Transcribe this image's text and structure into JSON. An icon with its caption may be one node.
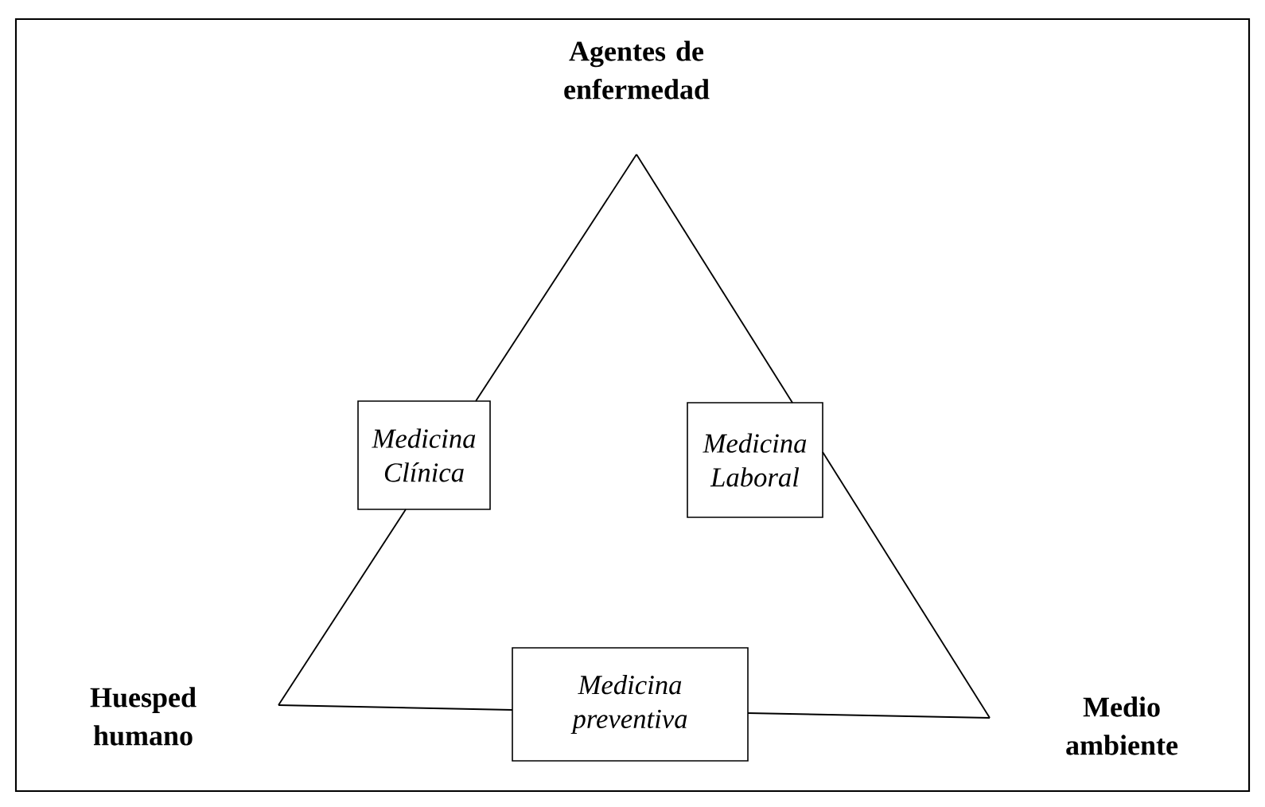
{
  "diagram": {
    "nodes": [
      {
        "text": [
          "Agentes de enfermedad"
        ]
      },
      {
        "text": [
          "Huesped humano"
        ]
      },
      {
        "text": [
          "Medio ambiente"
        ]
      },
      {
        "text": [
          "Medicina Clínica"
        ]
      },
      {
        "text": [
          "Medicina Laboral"
        ]
      },
      {
        "text": [
          "Medicina preventiva"
        ]
      }
    ],
    "edges": [
      {
        "from": 0,
        "to": 3,
        "arrow": "none"
      },
      {
        "from": 3,
        "to": 1,
        "arrow": "none"
      },
      {
        "from": 0,
        "to": 4,
        "arrow": "none"
      },
      {
        "from": 4,
        "to": 2,
        "arrow": "none"
      },
      {
        "from": 1,
        "to": 5,
        "arrow": "none"
      },
      {
        "from": 5,
        "to": 2,
        "arrow": "none"
      }
    ]
  }
}
